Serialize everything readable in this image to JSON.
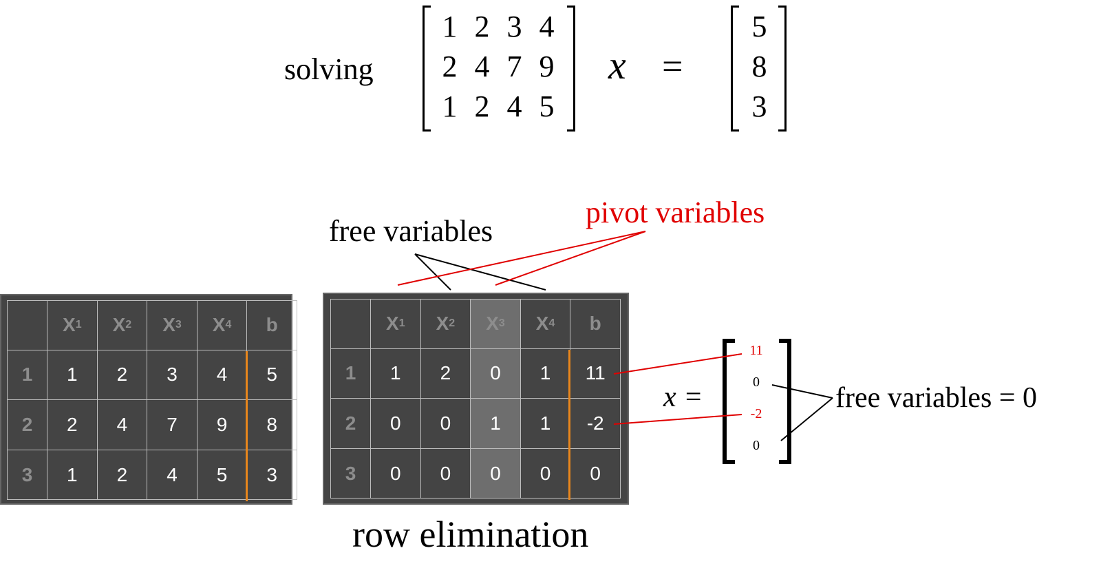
{
  "equation": {
    "solving_label": "solving",
    "matrix_A": [
      [
        "1",
        "2",
        "3",
        "4"
      ],
      [
        "2",
        "4",
        "7",
        "9"
      ],
      [
        "1",
        "2",
        "4",
        "5"
      ]
    ],
    "var": "x",
    "equals": "=",
    "vector_b": [
      "5",
      "8",
      "3"
    ]
  },
  "grid_left": {
    "corner": "",
    "col_headers": [
      {
        "base": "X",
        "sub": "1"
      },
      {
        "base": "X",
        "sub": "2"
      },
      {
        "base": "X",
        "sub": "3"
      },
      {
        "base": "X",
        "sub": "4"
      },
      {
        "base": "b",
        "sub": ""
      }
    ],
    "row_labels": [
      "1",
      "2",
      "3"
    ],
    "rows": [
      [
        "1",
        "2",
        "3",
        "4",
        "5"
      ],
      [
        "2",
        "4",
        "7",
        "9",
        "8"
      ],
      [
        "1",
        "2",
        "4",
        "5",
        "3"
      ]
    ]
  },
  "grid_right": {
    "corner": "",
    "col_headers": [
      {
        "base": "X",
        "sub": "1"
      },
      {
        "base": "X",
        "sub": "2"
      },
      {
        "base": "X",
        "sub": "3"
      },
      {
        "base": "X",
        "sub": "4"
      },
      {
        "base": "b",
        "sub": ""
      }
    ],
    "row_labels": [
      "1",
      "2",
      "3"
    ],
    "rows": [
      [
        "1",
        "2",
        "0",
        "1",
        "11"
      ],
      [
        "0",
        "0",
        "1",
        "1",
        "-2"
      ],
      [
        "0",
        "0",
        "0",
        "0",
        "0"
      ]
    ],
    "highlight_col": 3
  },
  "labels": {
    "free_variables": "free variables",
    "pivot_variables": "pivot variables",
    "row_elimination": "row elimination",
    "x_equals": "x =",
    "free_zero": "free variables = 0"
  },
  "solution_vector": [
    "11",
    "0",
    "-2",
    "0"
  ],
  "colors": {
    "pivot": "#e00000",
    "grid_bg": "#444444",
    "highlight": "#6e6e6e",
    "separator": "#e8861c",
    "header_text": "#8d8d8d"
  }
}
